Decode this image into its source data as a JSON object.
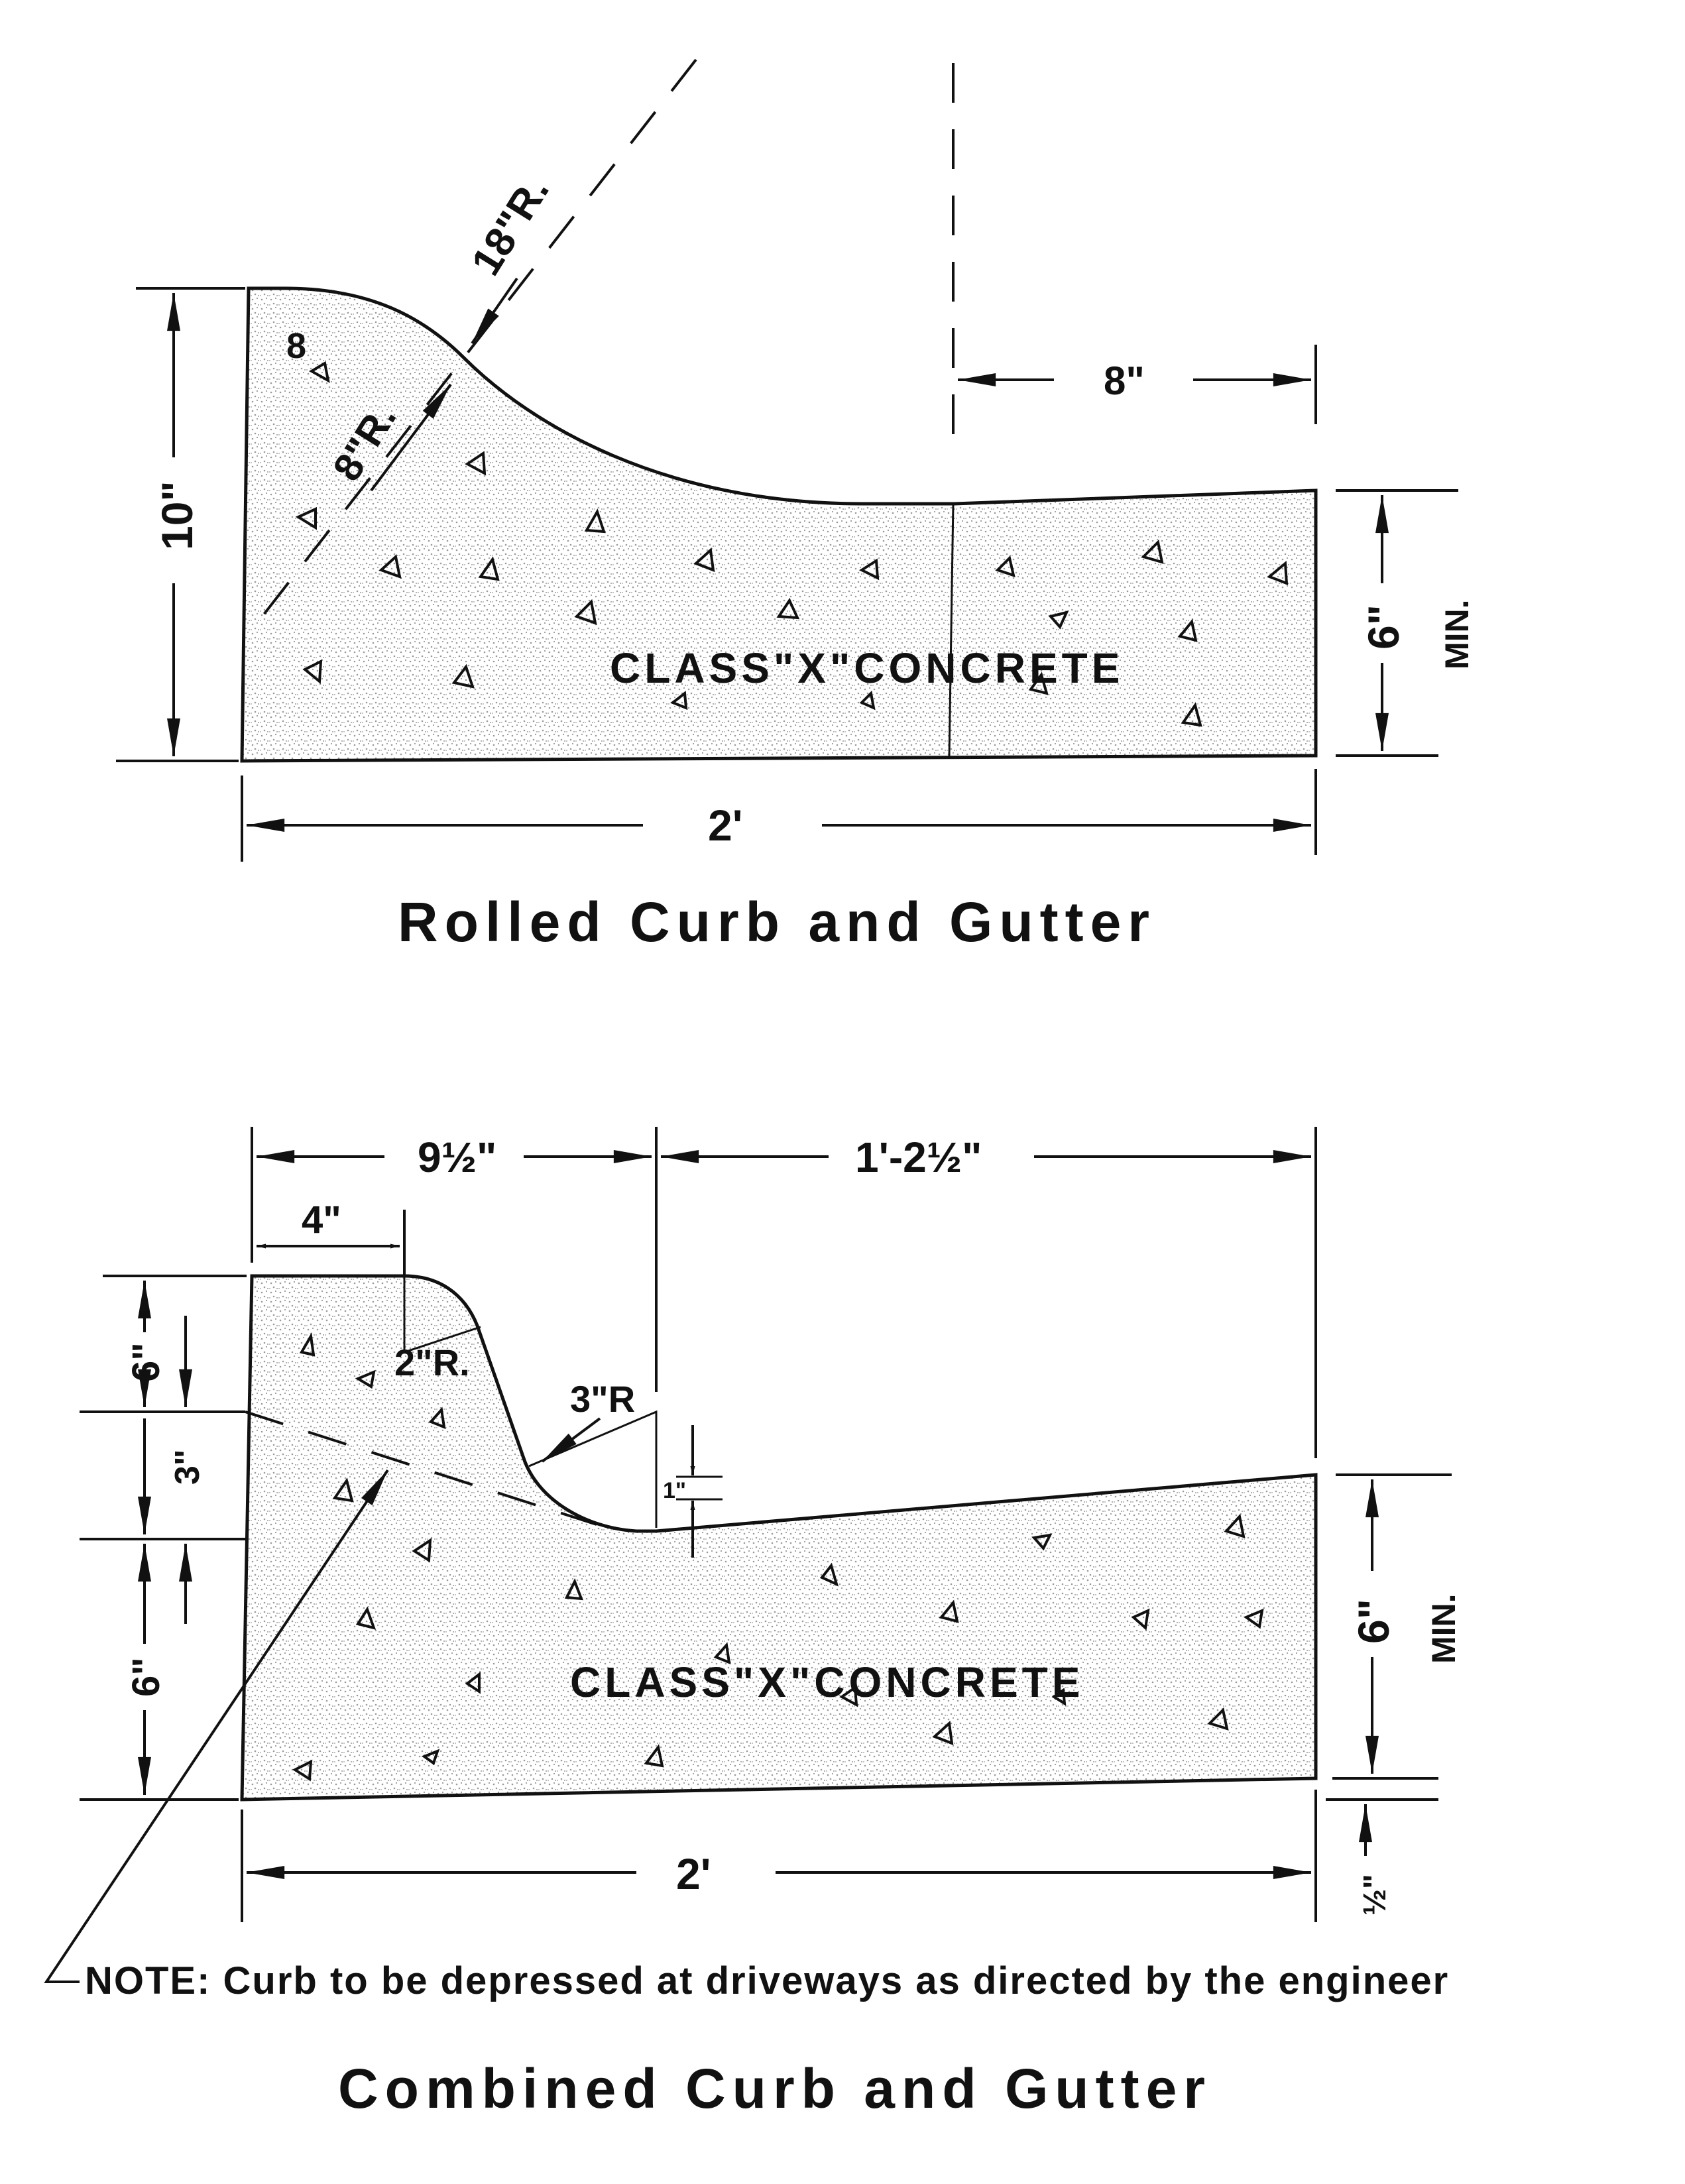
{
  "colors": {
    "ink": "#111111",
    "paper": "#ffffff",
    "stipple": "#9a9a9a"
  },
  "rolled": {
    "title": "Rolled Curb and Gutter",
    "concrete_label": "CLASS\"X\"CONCRETE",
    "dim_18r": "18\"R.",
    "dim_8r": "8\"R.",
    "dim_8": "8\"",
    "dim_10": "10\"",
    "dim_6": "6\"",
    "min": "MIN.",
    "dim_2ft": "2'",
    "corner_mark": "8"
  },
  "combined": {
    "title": "Combined Curb and Gutter",
    "concrete_label": "CLASS\"X\"CONCRETE",
    "dim_9half": "9½\"",
    "dim_1ft2half": "1'-2½\"",
    "dim_4": "4\"",
    "dim_2r": "2\"R.",
    "dim_3r": "3\"R",
    "dim_1": "1\"",
    "dim_6_top": "6\"",
    "dim_3": "3\"",
    "dim_6_bottom": "6\"",
    "dim_6_right": "6\"",
    "min": "MIN.",
    "dim_2ft": "2'",
    "dim_half": "½\"",
    "note": "NOTE: Curb to be depressed at driveways as directed by the engineer"
  }
}
